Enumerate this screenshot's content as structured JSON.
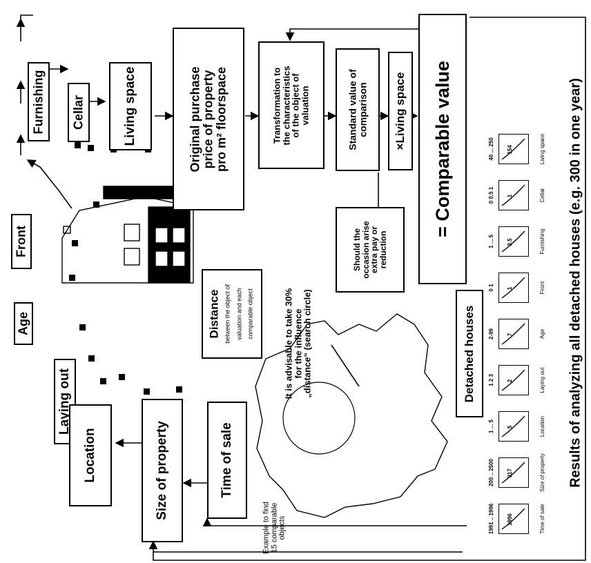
{
  "boxes": {
    "laying_out": "Laying out",
    "age": "Age",
    "front": "Front",
    "furnishing": "Furnishing",
    "cellar": "Cellar",
    "living_space": "Living space",
    "original_price": [
      "Original purchase",
      "price of property",
      "pro m² floorspace"
    ],
    "transformation": [
      "Transformation to",
      "the characteristics",
      "of the object of",
      "valuation"
    ],
    "standard_value": [
      "Standard value of",
      "comparison"
    ],
    "x_living_space": "Living space",
    "x_symbol": "×",
    "comparable_value": "= Comparable value",
    "location": "Location",
    "size_of_property": "Size of property",
    "time_of_sale": "Time of sale",
    "detached_houses": "Detached houses",
    "should_arise": [
      "Should the",
      "occasion arise",
      "extra pay or",
      "reduction"
    ]
  },
  "distance": {
    "title": "Distance",
    "text": [
      "between the object of",
      "valuation and each",
      "comparable object"
    ]
  },
  "advice": [
    "It is advisable to take 30%",
    "for the influence",
    "„distance“ (search circle)"
  ],
  "example": [
    "Example to find",
    "15 comparable",
    "objects"
  ],
  "results_title": "Results of analyzing all detached houses (e.g. 300 in one year)",
  "mini_charts": [
    {
      "range": "1991 .. 1996",
      "value": "1996",
      "label": "Time of sale"
    },
    {
      "range": "200 .. 2500",
      "value": "917",
      "label": "Size of property"
    },
    {
      "range": "1 ... 5",
      "value": "5",
      "label": "Location"
    },
    {
      "range": "1 2 3",
      "value": "2",
      "label": "Laying out"
    },
    {
      "range": "2-99",
      "value": "7",
      "label": "Age"
    },
    {
      "range": "0  1",
      "value": "1",
      "label": "Front"
    },
    {
      "range": "1 ... 5",
      "value": "3.5",
      "label": "Furnishing"
    },
    {
      "range": "0 0.5 1",
      "value": "1",
      "label": "Cellar"
    },
    {
      "range": "40 ... 250",
      "value": "154",
      "label": "Living space"
    }
  ]
}
